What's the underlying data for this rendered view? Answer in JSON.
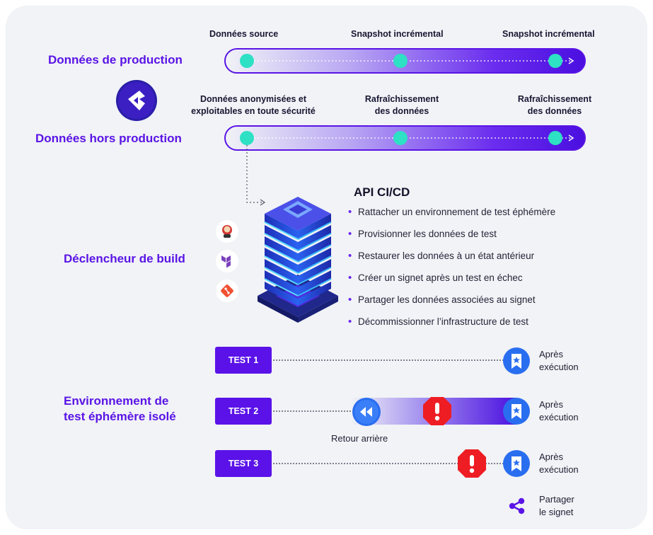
{
  "colors": {
    "purple": "#5a14e6",
    "teal": "#2ee0c4",
    "red": "#ee1d23",
    "background": "#f1f3f6"
  },
  "production": {
    "label": "Données de production",
    "points": [
      "Données source",
      "Snapshot incrémental",
      "Snapshot incrémental"
    ]
  },
  "non_production": {
    "label": "Données hors production",
    "points": [
      [
        "Données anonymisées et",
        "exploitables en toute sécurité"
      ],
      [
        "Rafraîchissement",
        "des données"
      ],
      [
        "Rafraîchissement",
        "des données"
      ]
    ]
  },
  "build_trigger": {
    "label": "Déclencheur de build",
    "tool_icons": [
      "jenkins-icon",
      "terraform-icon",
      "git-icon"
    ]
  },
  "api": {
    "title": "API CI/CD",
    "items": [
      "Rattacher un environnement de test éphémère",
      "Provisionner les données de test",
      "Restaurer les données à un état antérieur",
      "Créer un signet après un test en échec",
      "Partager les données associées au signet",
      "Décommissionner l’infrastructure de test"
    ]
  },
  "tests": {
    "label_line1": "Environnement de",
    "label_line2": "test éphémère isolé",
    "rows": [
      {
        "name": "TEST 1",
        "after_line1": "Après",
        "after_line2": "exécution"
      },
      {
        "name": "TEST 2",
        "after_line1": "Après",
        "after_line2": "exécution"
      },
      {
        "name": "TEST 3",
        "after_line1": "Après",
        "after_line2": "exécution"
      }
    ],
    "rewind_label": "Retour arrière",
    "share_line1": "Partager",
    "share_line2": "le signet"
  }
}
